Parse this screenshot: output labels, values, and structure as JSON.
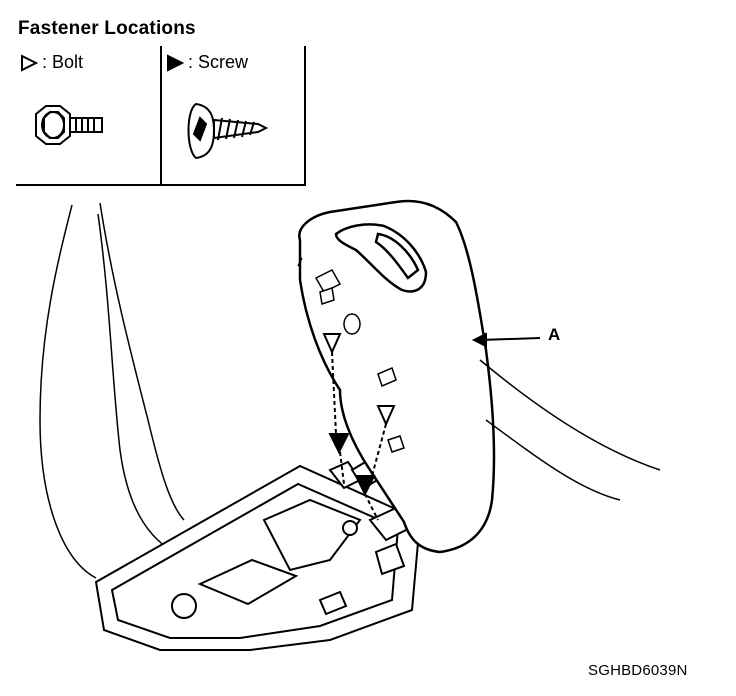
{
  "title": "Fastener Locations",
  "legend": {
    "bolt_label": ": Bolt",
    "screw_label": ": Screw"
  },
  "callout": "A",
  "figure_code": "SGHBD6039N",
  "icons": {
    "bolt_marker": "hollow-triangle",
    "screw_marker": "filled-triangle"
  }
}
